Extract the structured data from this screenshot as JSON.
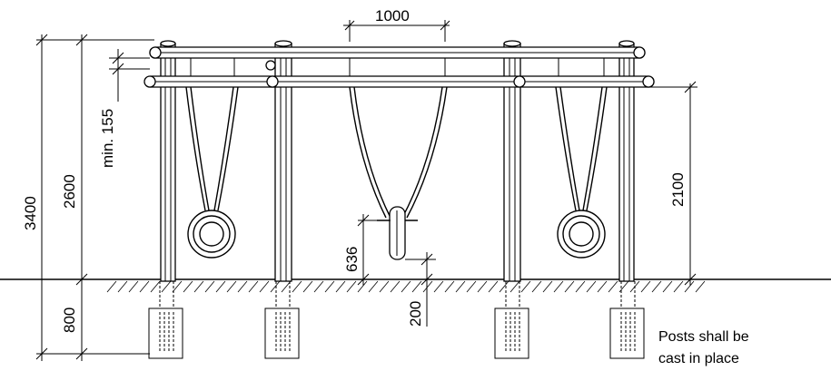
{
  "drawing": {
    "type": "swing-set-elevation",
    "dimensions": {
      "beam_spacing": "1000",
      "total_height": "3400",
      "height_above_ground": "2600",
      "min_top_gap": "min. 155",
      "beam_height": "2100",
      "seat_height": "636",
      "seat_clearance": "200",
      "foundation_depth": "800"
    },
    "note": {
      "line1": "Posts shall be",
      "line2": "cast in place"
    }
  }
}
